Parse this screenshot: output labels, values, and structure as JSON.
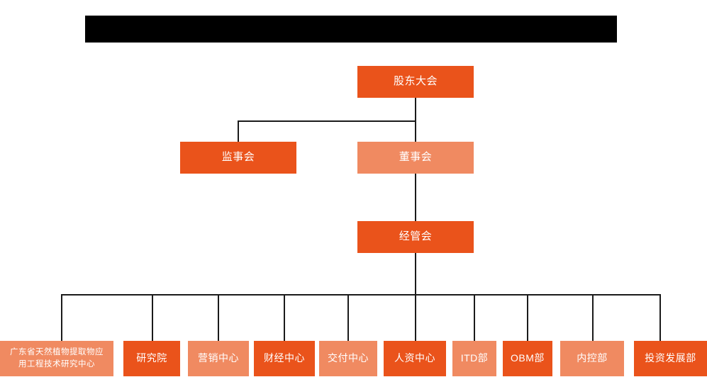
{
  "chart": {
    "type": "org-chart",
    "title_banner": {
      "redacted": true,
      "text": ""
    },
    "colors": {
      "dark_orange": "#EA531B",
      "light_salmon": "#F08A61",
      "connector": "#1A1A1A",
      "background": "#FFFFFF",
      "banner": "#000000",
      "label_text": "#FFFFFF"
    },
    "levels": [
      {
        "level": 1,
        "nodes": [
          {
            "id": "shareholders",
            "label": "股东大会",
            "shade": "dark"
          }
        ]
      },
      {
        "level": 2,
        "nodes": [
          {
            "id": "supervisors",
            "label": "监事会",
            "shade": "dark"
          },
          {
            "id": "directors",
            "label": "董事会",
            "shade": "light"
          }
        ]
      },
      {
        "level": 3,
        "nodes": [
          {
            "id": "management-committee",
            "label": "经管会",
            "shade": "dark"
          }
        ]
      },
      {
        "level": 4,
        "nodes": [
          {
            "id": "guangdong-center",
            "label": "广东省天然植物提取物应\n用工程技术研究中心",
            "shade": "light"
          },
          {
            "id": "research-institute",
            "label": "研究院",
            "shade": "dark"
          },
          {
            "id": "marketing-center",
            "label": "营销中心",
            "shade": "light"
          },
          {
            "id": "finance-center",
            "label": "财经中心",
            "shade": "dark"
          },
          {
            "id": "delivery-center",
            "label": "交付中心",
            "shade": "light"
          },
          {
            "id": "hr-center",
            "label": "人资中心",
            "shade": "dark"
          },
          {
            "id": "itd-dept",
            "label": "ITD部",
            "shade": "light"
          },
          {
            "id": "obm-dept",
            "label": "OBM部",
            "shade": "dark"
          },
          {
            "id": "internal-control-dept",
            "label": "内控部",
            "shade": "light"
          },
          {
            "id": "investment-development-dept",
            "label": "投资发展部",
            "shade": "dark"
          }
        ]
      }
    ]
  }
}
